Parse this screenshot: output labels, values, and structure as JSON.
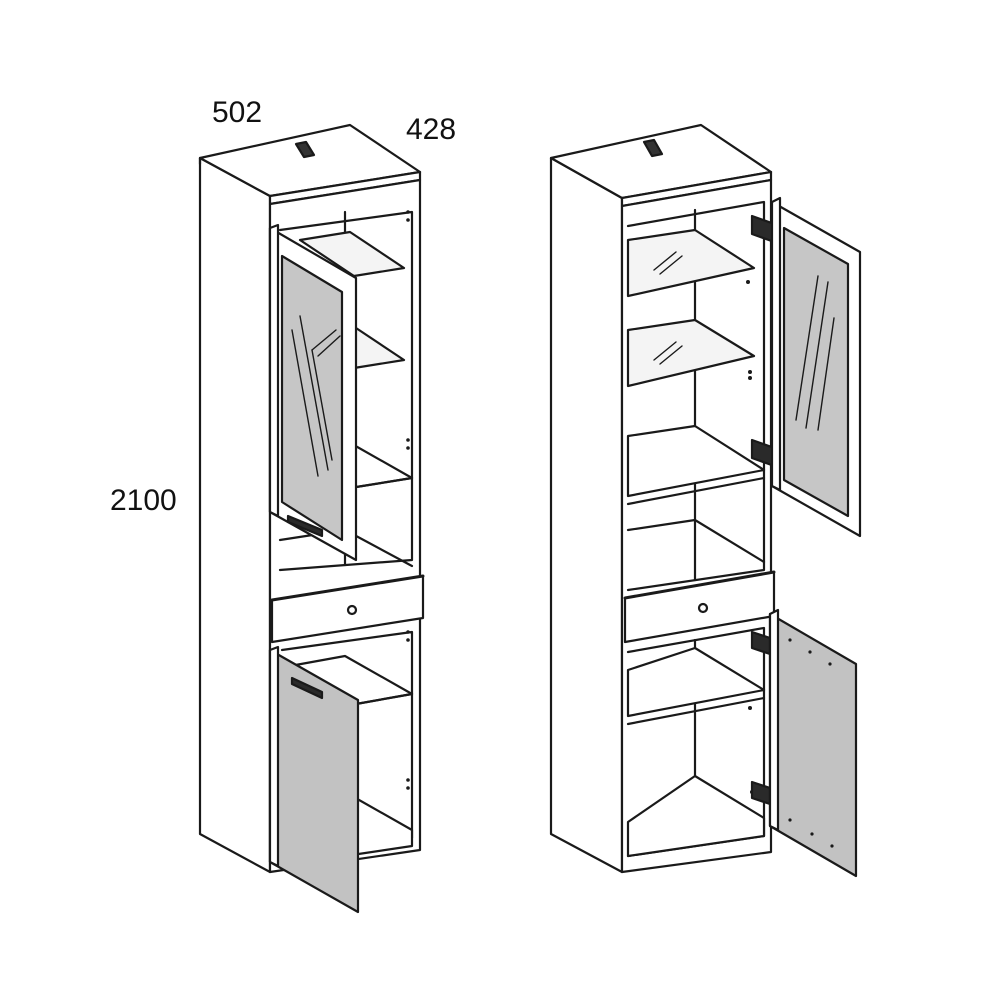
{
  "dimensions": {
    "width": "502",
    "depth": "428",
    "height": "2100"
  },
  "colors": {
    "line": "#1a1a1a",
    "carcass": "#ffffff",
    "door_panel": "#c2c2c2",
    "glass": "#c6c6c6",
    "hardware": "#2a2a2a"
  },
  "views": [
    {
      "id": "cabinet-left",
      "icon": "cabinet-doors-ajar-icon"
    },
    {
      "id": "cabinet-right",
      "icon": "cabinet-doors-open-icon"
    }
  ]
}
